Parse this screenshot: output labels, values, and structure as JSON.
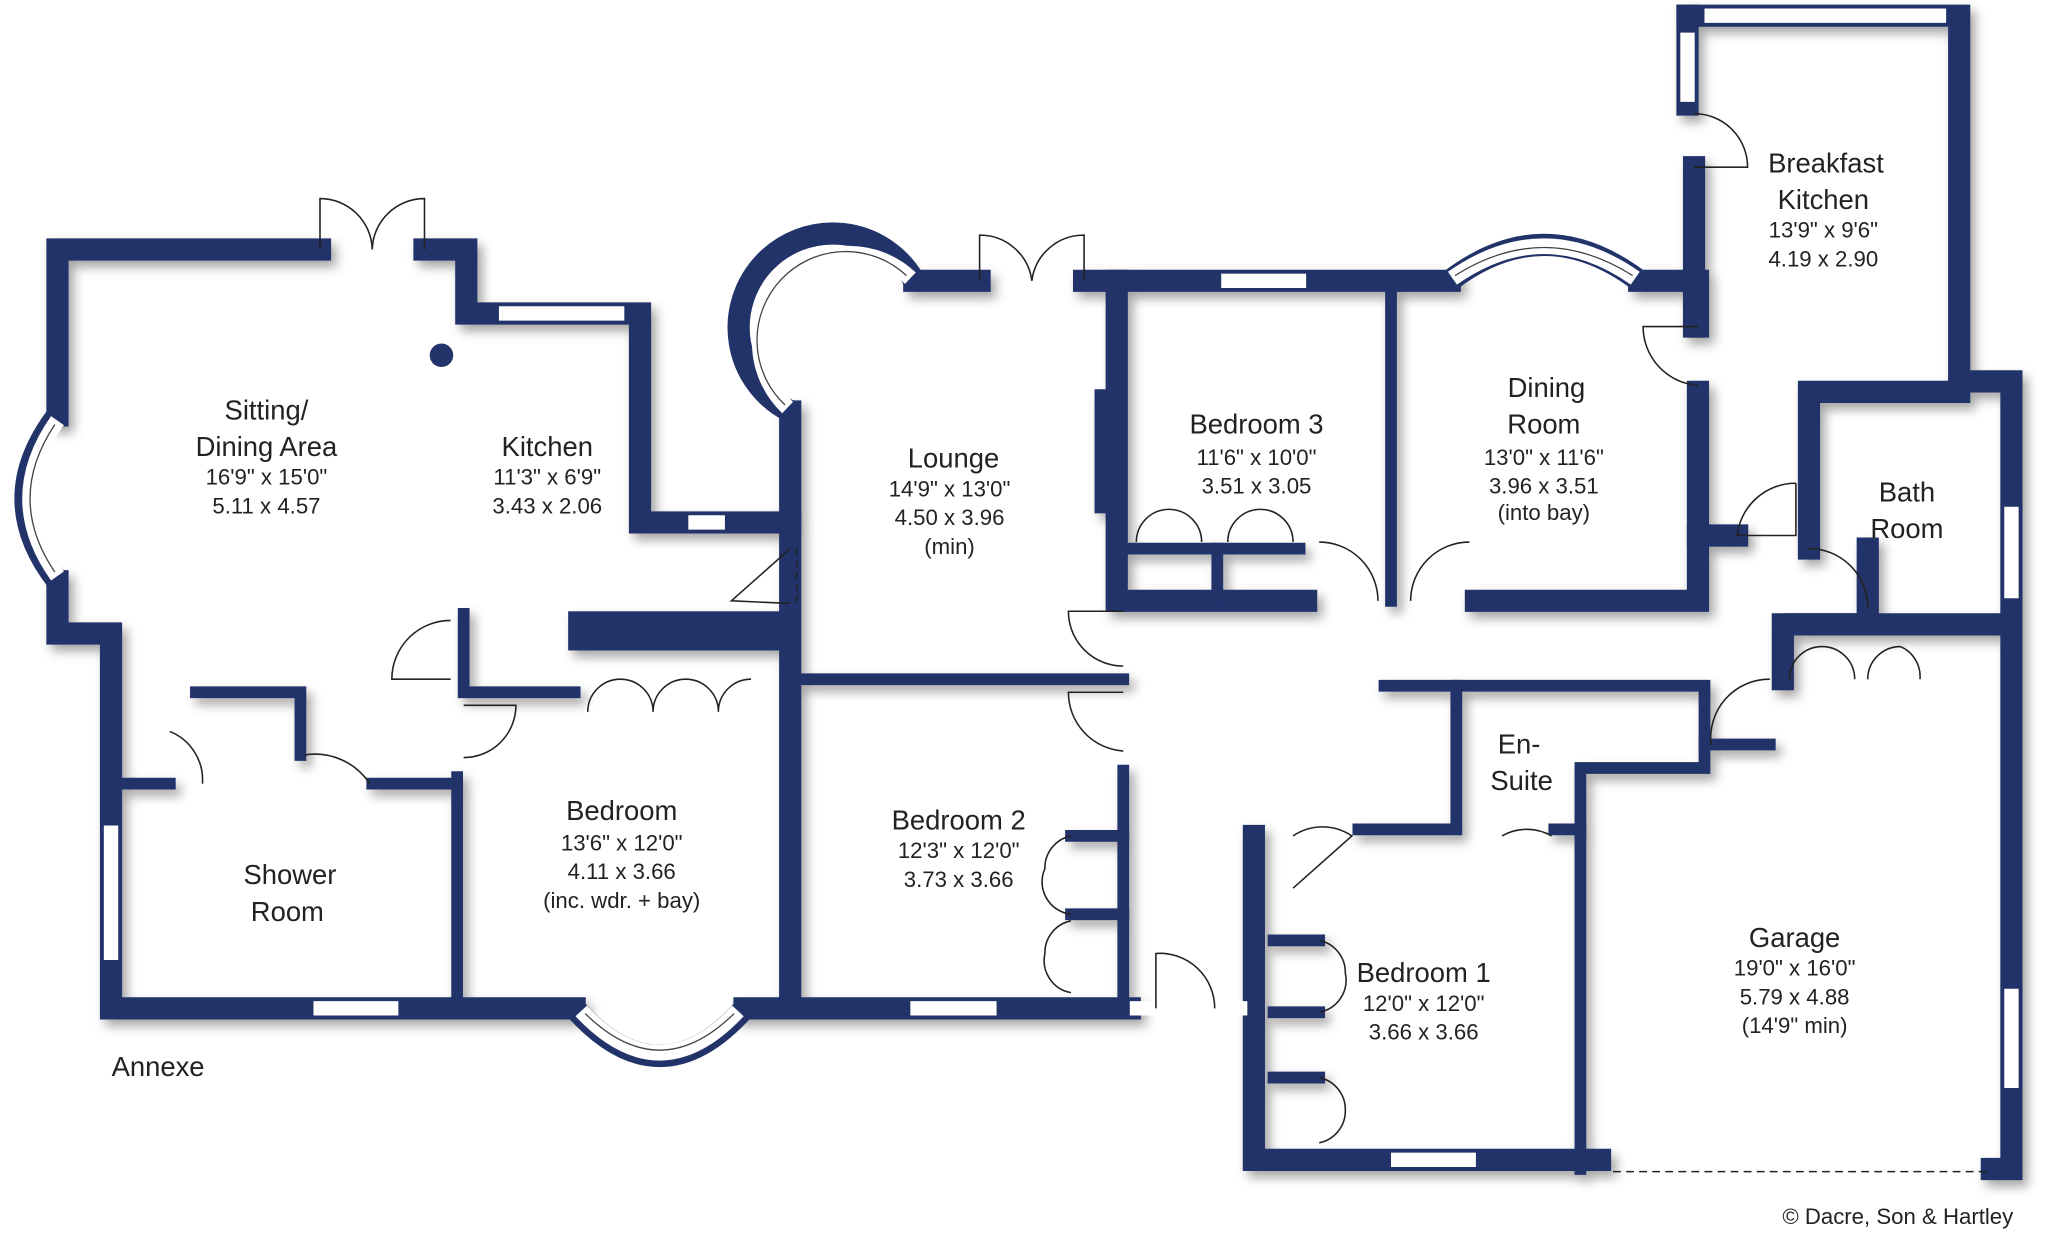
{
  "plan": {
    "section_label": "Annexe",
    "copyright": "© Dacre, Son & Hartley",
    "wall_color": "#22336a",
    "rooms": [
      {
        "name_lines": [
          "Sitting/",
          "Dining Area"
        ],
        "imperial": "16'9\"  x  15'0\"",
        "metric": "5.11  x  4.57",
        "note": ""
      },
      {
        "name_lines": [
          "Kitchen"
        ],
        "imperial": "11'3\"  x   6'9\"",
        "metric": "3.43  x  2.06",
        "note": ""
      },
      {
        "name_lines": [
          "Lounge"
        ],
        "imperial": "14'9\"  x  13'0\"",
        "metric": "4.50  x  3.96",
        "note": "(min)"
      },
      {
        "name_lines": [
          "Bedroom 3"
        ],
        "imperial": "11'6\"  x  10'0\"",
        "metric": "3.51  x  3.05",
        "note": ""
      },
      {
        "name_lines": [
          "Dining",
          "Room"
        ],
        "imperial": "13'0\"  x  11'6\"",
        "metric": "3.96  x  3.51",
        "note": "(into bay)"
      },
      {
        "name_lines": [
          "Breakfast",
          "Kitchen"
        ],
        "imperial": "13'9\"  x   9'6\"",
        "metric": "4.19  x  2.90",
        "note": ""
      },
      {
        "name_lines": [
          "Bath",
          "Room"
        ],
        "imperial": "",
        "metric": "",
        "note": ""
      },
      {
        "name_lines": [
          "Shower",
          "Room"
        ],
        "imperial": "",
        "metric": "",
        "note": ""
      },
      {
        "name_lines": [
          "Bedroom"
        ],
        "imperial": "13'6\"  x  12'0\"",
        "metric": "4.11  x  3.66",
        "note": "(inc. wdr. + bay)"
      },
      {
        "name_lines": [
          "Bedroom 2"
        ],
        "imperial": "12'3\"  x  12'0\"",
        "metric": "3.73  x  3.66",
        "note": ""
      },
      {
        "name_lines": [
          "En-",
          "Suite"
        ],
        "imperial": "",
        "metric": "",
        "note": ""
      },
      {
        "name_lines": [
          "Bedroom 1"
        ],
        "imperial": "12'0\"  x  12'0\"",
        "metric": "3.66  x  3.66",
        "note": ""
      },
      {
        "name_lines": [
          "Garage"
        ],
        "imperial": "19'0\"  x  16'0\"",
        "metric": "5.79  x  4.88",
        "note": "(14'9\" min)"
      }
    ]
  }
}
